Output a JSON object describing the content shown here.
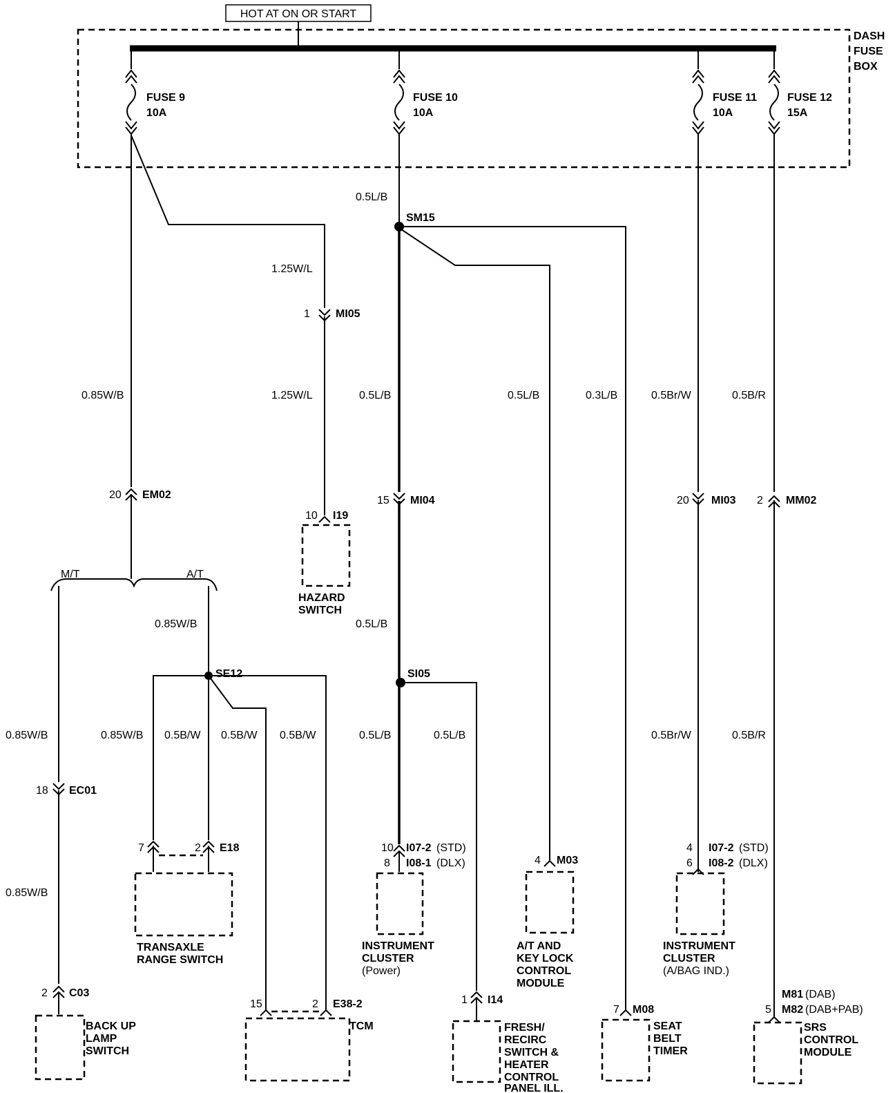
{
  "header": {
    "hot_label": "HOT AT ON OR START"
  },
  "fuse_box": {
    "line1": "DASH",
    "line2": "FUSE",
    "line3": "BOX"
  },
  "fuses": [
    {
      "name": "FUSE 9",
      "rating": "10A"
    },
    {
      "name": "FUSE 10",
      "rating": "10A"
    },
    {
      "name": "FUSE 11",
      "rating": "10A"
    },
    {
      "name": "FUSE 12",
      "rating": "15A"
    }
  ],
  "splices": {
    "sm15": "SM15",
    "se12": "SE12",
    "si05": "SI05"
  },
  "wires": {
    "w_05lb_top": "0.5L/B",
    "w_125wl_a": "1.25W/L",
    "w_125wl_b": "1.25W/L",
    "w_085wb_a": "0.85W/B",
    "w_05lb_b": "0.5L/B",
    "w_05lb_c": "0.5L/B",
    "w_03lb": "0.3L/B",
    "w_05brw_a": "0.5Br/W",
    "w_05br_a": "0.5B/R",
    "w_05lb_d": "0.5L/B",
    "w_085wb_b": "0.85W/B",
    "w_085wb_c": "0.85W/B",
    "w_085wb_d": "0.85W/B",
    "w_05bw_a": "0.5B/W",
    "w_05bw_b": "0.5B/W",
    "w_05bw_c": "0.5B/W",
    "w_05lb_e": "0.5L/B",
    "w_05lb_f": "0.5L/B",
    "w_05brw_b": "0.5Br/W",
    "w_05br_b": "0.5B/R",
    "w_085wb_e": "0.85W/B"
  },
  "branches": {
    "mt": "M/T",
    "at": "A/T"
  },
  "connectors": {
    "mi05": {
      "pin": "1",
      "id": "MI05"
    },
    "em02": {
      "pin": "20",
      "id": "EM02"
    },
    "i19": {
      "pin": "10",
      "id": "I19"
    },
    "mi04": {
      "pin": "15",
      "id": "MI04"
    },
    "mi03": {
      "pin": "20",
      "id": "MI03"
    },
    "mm02": {
      "pin": "2",
      "id": "MM02"
    },
    "ec01": {
      "pin": "18",
      "id": "EC01"
    },
    "e18": {
      "pin1": "7",
      "pin2": "2",
      "id": "E18"
    },
    "i07_std": {
      "pin": "10",
      "id": "I07-2",
      "suffix": "(STD)"
    },
    "i08_dlx": {
      "pin": "8",
      "id": "I08-1",
      "suffix": "(DLX)"
    },
    "m03": {
      "pin": "4",
      "id": "M03"
    },
    "i07_std_b": {
      "pin": "4",
      "id": "I07-2",
      "suffix": "(STD)"
    },
    "i08_dlx_b": {
      "pin": "6",
      "id": "I08-2",
      "suffix": "(DLX)"
    },
    "c03": {
      "pin": "2",
      "id": "C03"
    },
    "e38": {
      "pin1": "15",
      "pin2": "2",
      "id": "E38-2"
    },
    "i14": {
      "pin": "1",
      "id": "I14"
    },
    "m08": {
      "pin": "7",
      "id": "M08"
    },
    "m81": {
      "id": "M81",
      "suffix": "(DAB)"
    },
    "m82": {
      "pin": "5",
      "id": "M82",
      "suffix": "(DAB+PAB)"
    }
  },
  "components": {
    "hazard": {
      "l1": "HAZARD",
      "l2": "SWITCH"
    },
    "transaxle": {
      "l1": "TRANSAXLE",
      "l2": "RANGE SWITCH"
    },
    "cluster_power": {
      "l1": "INSTRUMENT",
      "l2": "CLUSTER",
      "l3": "(Power)"
    },
    "at_key": {
      "l1": "A/T AND",
      "l2": "KEY LOCK",
      "l3": "CONTROL",
      "l4": "MODULE"
    },
    "cluster_bag": {
      "l1": "INSTRUMENT",
      "l2": "CLUSTER",
      "l3": "(A/BAG IND.)"
    },
    "backup": {
      "l1": "BACK UP",
      "l2": "LAMP",
      "l3": "SWITCH"
    },
    "tcm": {
      "l1": "TCM"
    },
    "fresh": {
      "l1": "FRESH/",
      "l2": "RECIRC",
      "l3": "SWITCH &",
      "l4": "HEATER",
      "l5": "CONTROL",
      "l6": "PANEL ILL."
    },
    "seat": {
      "l1": "SEAT",
      "l2": "BELT",
      "l3": "TIMER"
    },
    "srs": {
      "l1": "SRS",
      "l2": "CONTROL",
      "l3": "MODULE"
    }
  }
}
